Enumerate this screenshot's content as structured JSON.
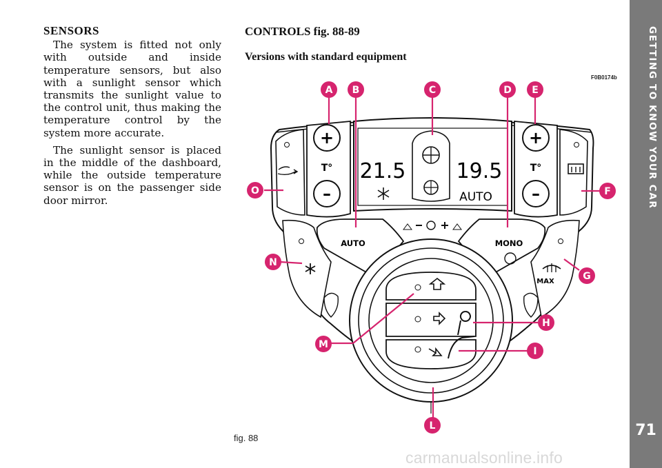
{
  "section_title": "GETTING TO KNOW YOUR CAR",
  "page_number": "71",
  "sensors": {
    "heading": "SENSORS",
    "paragraphs": [
      "The system is fitted not only with outside and inside temperature sensors, but also with a sunlight sensor which transmits the sunlight value to the control unit, thus making the temperature control by the system more accurate.",
      "The sunlight sensor is placed in the middle of the dashboard, while the outside temperature sensor is on the passenger side door mirror."
    ]
  },
  "controls": {
    "heading": "CONTROLS fig. 88-89",
    "subheading": "Versions with standard equipment"
  },
  "figure": {
    "code": "F0B0174b",
    "caption": "fig. 88",
    "display_left": "21.5",
    "display_right": "19.5",
    "display_mode": "AUTO",
    "temp_label": "T°",
    "auto_label": "AUTO",
    "mono_label": "MONO",
    "max_label": "MAX",
    "plus_symbol": "+",
    "minus_symbol": "–",
    "callouts": [
      "A",
      "B",
      "C",
      "D",
      "E",
      "F",
      "G",
      "H",
      "I",
      "L",
      "M",
      "N",
      "O"
    ],
    "callout_color": "#d6246e",
    "icons": [
      "recirculation-icon",
      "rear-defrost-icon",
      "windscreen-defrost-max-icon",
      "fan-icon",
      "compressor-snowflake-icon",
      "air-up-icon",
      "air-front-icon",
      "air-feet-icon"
    ]
  },
  "watermark": "carmanualsonline.info"
}
